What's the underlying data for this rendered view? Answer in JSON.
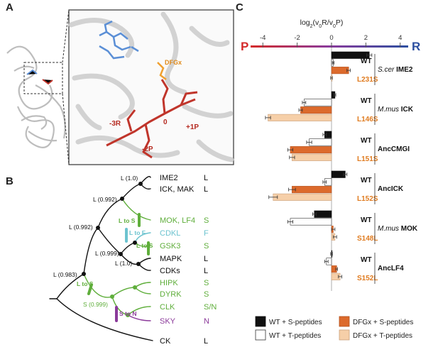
{
  "panels": {
    "a": "A",
    "b": "B",
    "c": "C"
  },
  "structure": {
    "labels": {
      "dfg": "DFGx",
      "m3": "-3R",
      "zero": "0",
      "p1": "+1P",
      "m2": "-2P"
    },
    "colors": {
      "atp": "#5b8fd6",
      "dfg": "#f0a030",
      "substrate": "#c0352b",
      "ribbon": "#c8c8c8"
    }
  },
  "tree": {
    "leaves": [
      {
        "name": "IME2",
        "residue": "L",
        "color": "#111111"
      },
      {
        "name": "ICK, MAK",
        "residue": "L",
        "color": "#111111"
      },
      {
        "name": "MOK, LF4",
        "residue": "S",
        "color": "#5fae3b"
      },
      {
        "name": "CDKL",
        "residue": "F",
        "color": "#6cc3cf"
      },
      {
        "name": "GSK3",
        "residue": "S",
        "color": "#5fae3b"
      },
      {
        "name": "MAPK",
        "residue": "L",
        "color": "#111111"
      },
      {
        "name": "CDKs",
        "residue": "L",
        "color": "#111111"
      },
      {
        "name": "HIPK",
        "residue": "S",
        "color": "#5fae3b"
      },
      {
        "name": "DYRK",
        "residue": "S",
        "color": "#5fae3b"
      },
      {
        "name": "CLK",
        "residue": "S/N",
        "color": "#5fae3b"
      },
      {
        "name": "SKY",
        "residue": "N",
        "color": "#8b3a9a"
      },
      {
        "name": "CK",
        "residue": "L",
        "color": "#111111"
      }
    ],
    "node_labels": [
      {
        "text": "L (1.0)",
        "color": "#111111"
      },
      {
        "text": "L (0.992)",
        "color": "#111111"
      },
      {
        "text": "L (0.992)",
        "color": "#111111"
      },
      {
        "text": "L (0.999)",
        "color": "#111111"
      },
      {
        "text": "L (1.0)",
        "color": "#111111"
      },
      {
        "text": "L (0.983)",
        "color": "#111111"
      },
      {
        "text": "S (0.999)",
        "color": "#5fae3b"
      }
    ],
    "transitions": [
      {
        "text": "L to S",
        "color": "#5fae3b"
      },
      {
        "text": "L to F",
        "color": "#6cc3cf"
      },
      {
        "text": "L to S",
        "color": "#5fae3b"
      },
      {
        "text": "L to S",
        "color": "#5fae3b"
      },
      {
        "text": "S to N",
        "color": "#8b3a9a"
      }
    ]
  },
  "chart_data": {
    "type": "bar",
    "orientation": "horizontal",
    "axis": {
      "label_parts": [
        "log",
        "2",
        "(v",
        "0",
        "R/v",
        "0",
        "P)"
      ],
      "xlim": [
        -4.6,
        4.6
      ],
      "ticks": [
        -4,
        -2,
        0,
        2,
        4
      ],
      "tick_labels": [
        "-4",
        "-2",
        "0",
        "2",
        "4"
      ],
      "left_end": "P",
      "right_end": "R",
      "gradient": [
        "#d42a2a",
        "#8a3a9c",
        "#2c4fa0"
      ]
    },
    "series": [
      {
        "name": "WT + S-peptides",
        "color": "#111111"
      },
      {
        "name": "WT + T-peptides",
        "color": "#ffffff"
      },
      {
        "name": "DFGx + S-peptides",
        "color": "#dc6a2c"
      },
      {
        "name": "DFGx + T-peptides",
        "color": "#f6cfa8"
      }
    ],
    "groups": [
      {
        "wt_label": "WT",
        "mut_label": "L231S",
        "species": "S.cer",
        "kinase": "IME2",
        "values": [
          2.2,
          0.1,
          1.0,
          0.0
        ],
        "errors": [
          0.15,
          0.05,
          0.1,
          0.05
        ]
      },
      {
        "wt_label": "WT",
        "mut_label": "L146S",
        "species": "M.mus",
        "kinase": "ICK",
        "values": [
          0.2,
          -1.6,
          -1.8,
          -3.7
        ],
        "errors": [
          0.05,
          0.1,
          0.1,
          0.15
        ]
      },
      {
        "wt_label": "WT",
        "mut_label": "L151S",
        "species": "",
        "kinase": "AncCMGI",
        "values": [
          -0.4,
          -1.3,
          -2.4,
          -2.3
        ],
        "errors": [
          0.1,
          0.15,
          0.15,
          0.15
        ]
      },
      {
        "wt_label": "WT",
        "mut_label": "L152S",
        "species": "",
        "kinase": "AncICK",
        "values": [
          0.8,
          -0.4,
          -2.3,
          -3.4
        ],
        "errors": [
          0.1,
          0.1,
          0.2,
          0.25
        ]
      },
      {
        "wt_label": "WT",
        "mut_label": "S148L",
        "species": "M.mus",
        "kinase": "MOK",
        "values": [
          -1.0,
          -2.4,
          0.1,
          0.2
        ],
        "errors": [
          0.1,
          0.15,
          0.1,
          0.1
        ]
      },
      {
        "wt_label": "WT",
        "mut_label": "S152L",
        "species": "",
        "kinase": "AncLF4",
        "values": [
          0.0,
          -0.3,
          0.3,
          0.5
        ],
        "errors": [
          0.05,
          0.1,
          0.05,
          0.1
        ]
      }
    ]
  }
}
